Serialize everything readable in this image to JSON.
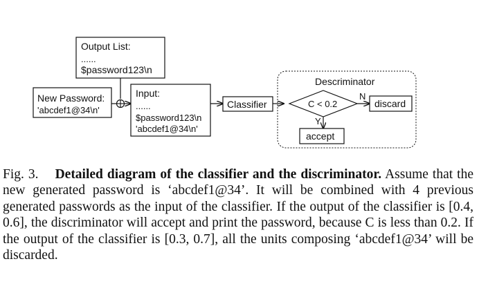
{
  "diagram": {
    "output_list": {
      "title": "Output List:",
      "dots": "......",
      "line": "$password123\\n"
    },
    "new_password": {
      "title": "New Password:",
      "value": "'abcdef1@34\\n'"
    },
    "input": {
      "title": "Input:",
      "dots": "......",
      "line1": "$password123\\n",
      "line2": "'abcdef1@34\\n'"
    },
    "classifier": "Classifier",
    "discriminator": {
      "title": "Descriminator",
      "condition": "C < 0.2",
      "no_label": "N",
      "yes_label": "Y",
      "discard": "discard",
      "accept": "accept"
    }
  },
  "caption": {
    "fig_label": "Fig. 3.",
    "bold_title": "Detailed diagram of the classifier and the discriminator.",
    "body": "Assume that the new generated password is ‘abcdef1@34’. It will be combined with 4 previous generated passwords as the input of the classifier. If the output of the classifier is [0.4, 0.6], the discriminator will accept and print the password, because C is less than 0.2. If the output of the classifier is [0.3, 0.7], all the units composing ‘abcdef1@34’ will be discarded."
  }
}
